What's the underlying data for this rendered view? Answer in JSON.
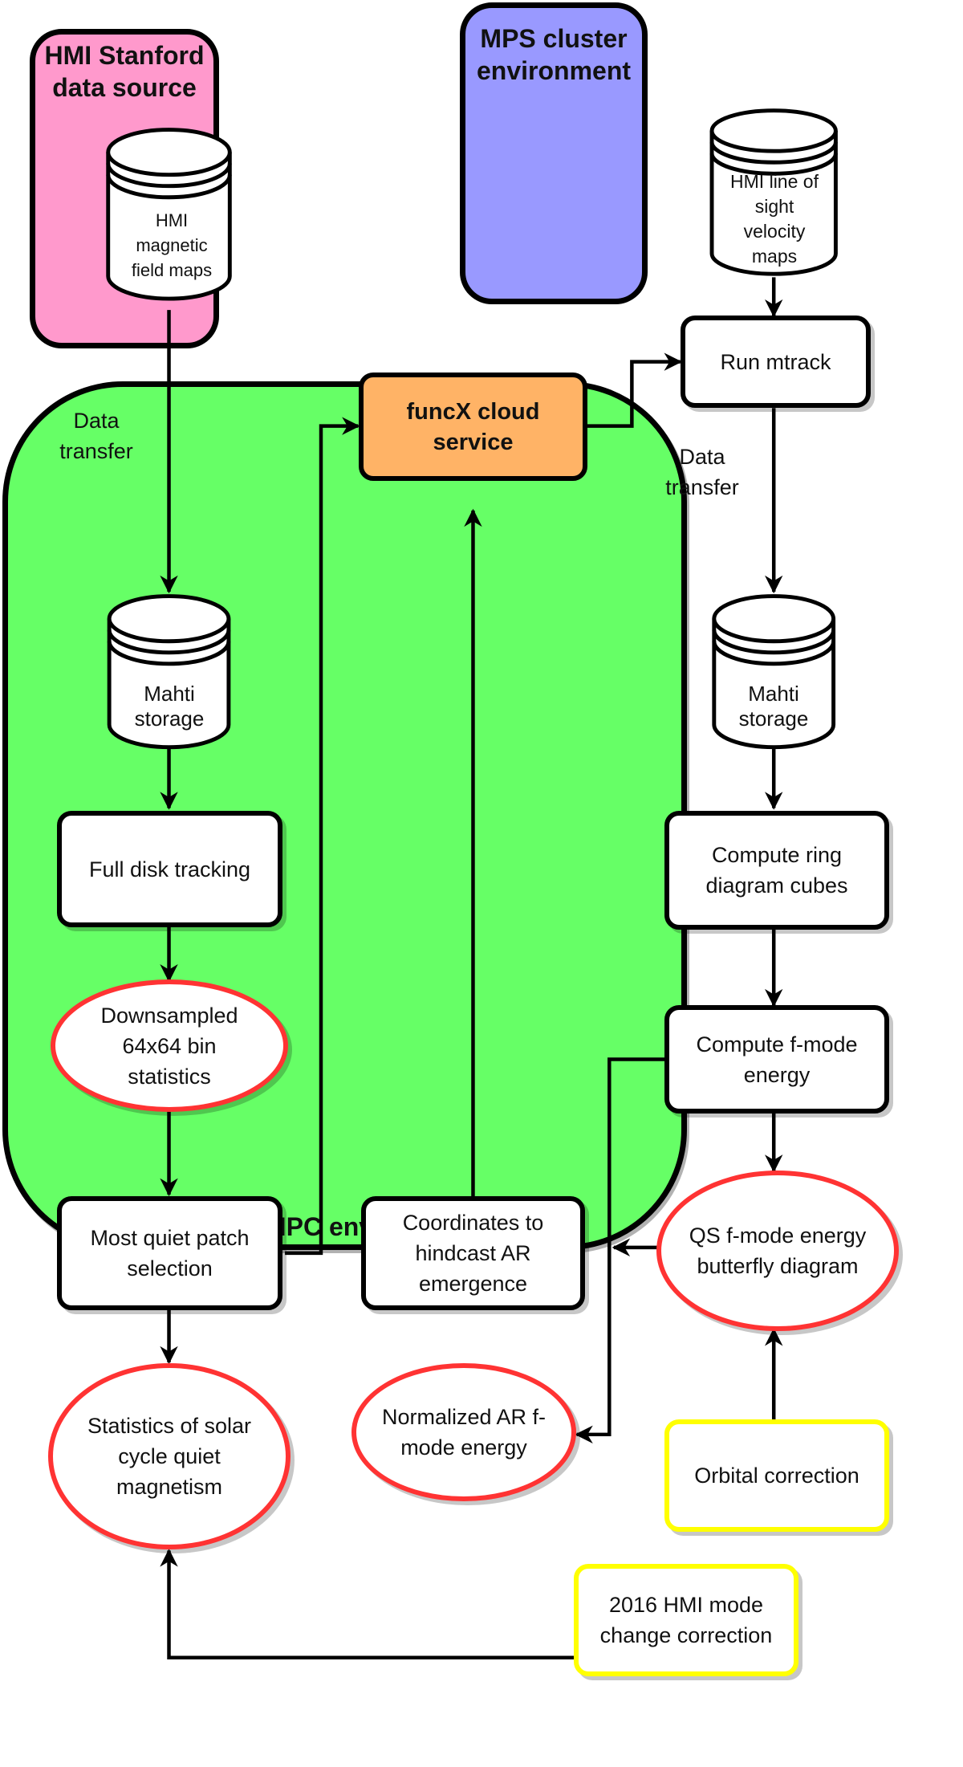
{
  "containers": {
    "hmi_stanford": {
      "title": "HMI Stanford\ndata source",
      "color": "#ff99cc"
    },
    "mps_cluster": {
      "title": "MPS cluster\nenvironment",
      "color": "#9999ff"
    },
    "csc_hpc": {
      "title": "CSC HPC environment",
      "color": "#66ff66"
    }
  },
  "databases": {
    "hmi_magnetic": "HMI\nmagnetic\nfield maps",
    "hmi_velocity": "HMI line of\nsight\nvelocity\nmaps",
    "mahti_left": "Mahti storage",
    "mahti_right": "Mahti storage"
  },
  "processes": {
    "run_mtrack": "Run mtrack",
    "funcx": "funcX cloud\nservice",
    "full_disk_tracking": "Full disk tracking",
    "most_quiet_patch": "Most quiet patch\nselection",
    "coordinates_hindcast": "Coordinates to\nhindcast AR\nemergence",
    "compute_ring": "Compute ring\ndiagram cubes",
    "compute_fmode": "Compute f-mode\nenergy",
    "orbital_correction": "Orbital correction",
    "hmi_mode_change": "2016 HMI mode\nchange correction"
  },
  "outputs": {
    "downsampled": "Downsampled\n64x64 bin\nstatistics",
    "statistics_quiet": "Statistics of solar\ncycle quiet\nmagnetism",
    "normalized_ar": "Normalized AR f-\nmode energy",
    "qs_butterfly": "QS f-mode energy\nbutterfly diagram"
  },
  "edge_labels": {
    "left_transfer": "Data\ntransfer",
    "right_transfer": "Data\ntransfer"
  },
  "colors": {
    "funcx": "#ffb366",
    "output_border": "#ff3333",
    "correction_border": "#ffff00"
  }
}
